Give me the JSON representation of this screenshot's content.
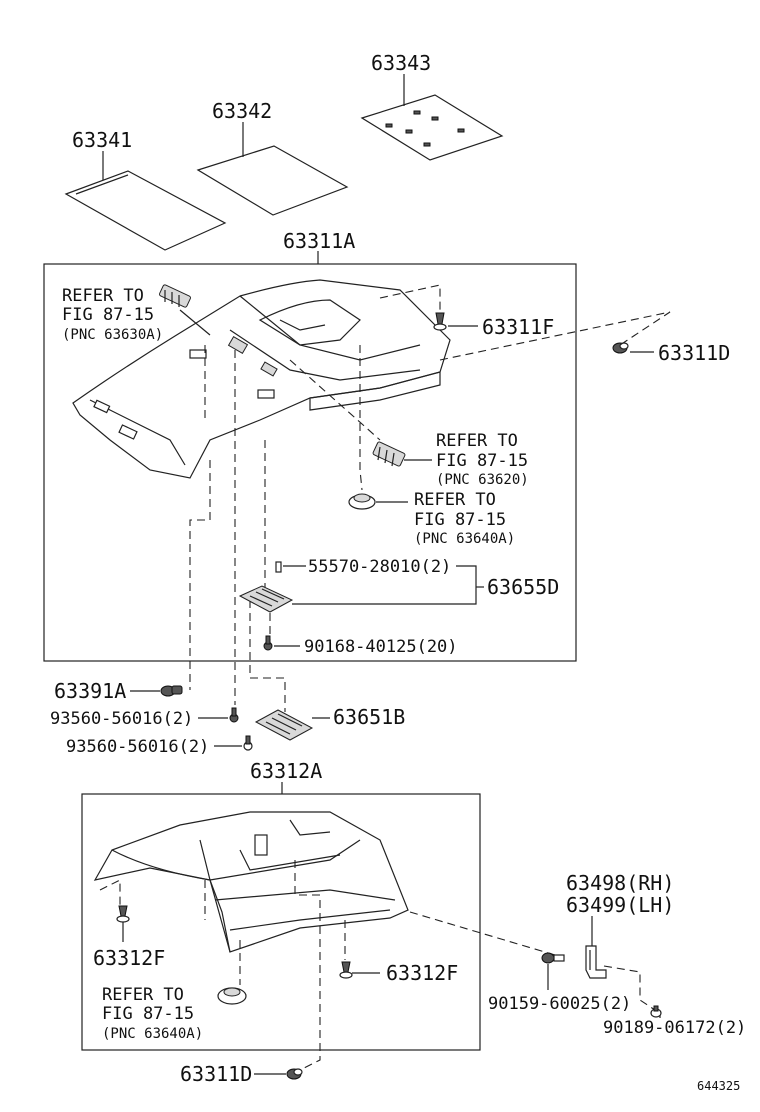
{
  "labels": {
    "p63343": "63343",
    "p63342": "63342",
    "p63341": "63341",
    "p63311A": "63311A",
    "refer1_a": "REFER TO",
    "refer1_b": "FIG 87-15",
    "refer1_c": "(PNC 63630A)",
    "p63311F": "63311F",
    "p63311D_top": "63311D",
    "refer2_a": "REFER TO",
    "refer2_b": "FIG 87-15",
    "refer2_c": "(PNC 63620)",
    "refer3_a": "REFER TO",
    "refer3_b": "FIG 87-15",
    "refer3_c": "(PNC 63640A)",
    "p55570": "55570-28010(2)",
    "p63655D": "63655D",
    "p90168": "90168-40125(20)",
    "p63391A": "63391A",
    "p93560a": "93560-56016(2)",
    "p63651B": "63651B",
    "p93560b": "93560-56016(2)",
    "p63312A": "63312A",
    "p63498": "63498(RH)",
    "p63499": "63499(LH)",
    "p63312F_left": "63312F",
    "p63312F_right": "63312F",
    "refer4_a": "REFER TO",
    "refer4_b": "FIG 87-15",
    "refer4_c": "(PNC 63640A)",
    "p90159": "90159-60025(2)",
    "p90189": "90189-06172(2)",
    "p63311D_bottom": "63311D",
    "figure_id": "644325"
  }
}
